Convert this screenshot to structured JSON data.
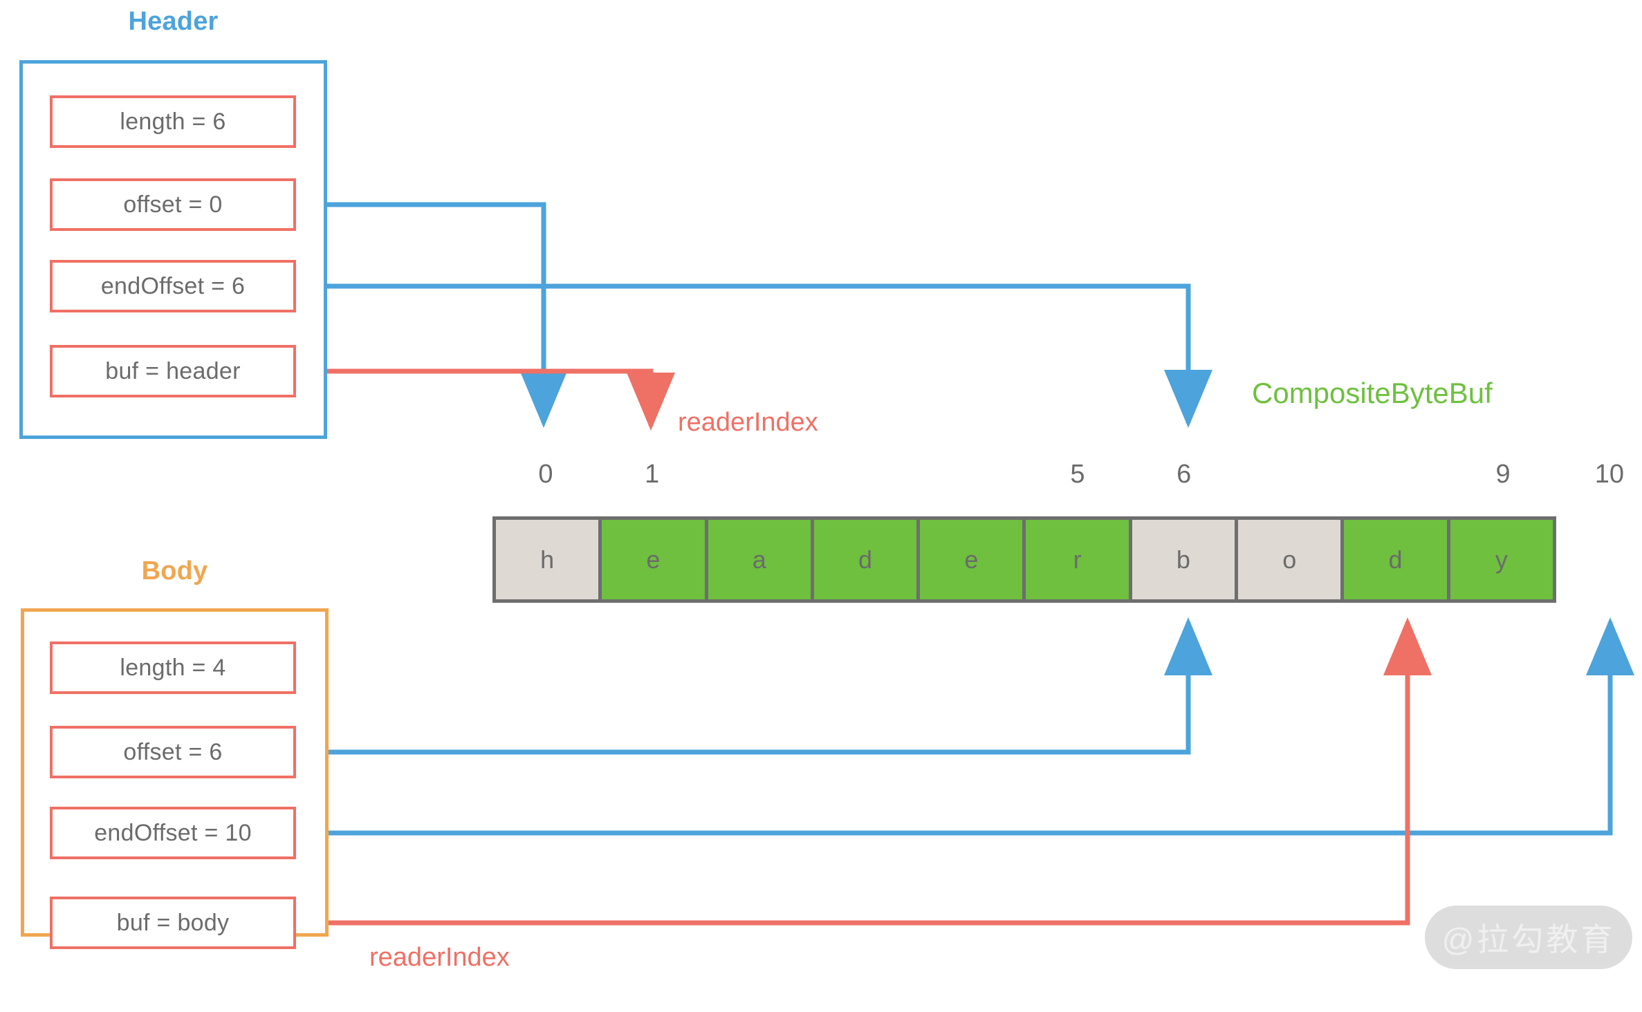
{
  "palette": {
    "blue": "#4da3db",
    "red": "#ef7065",
    "orange": "#f0a650",
    "green": "#6ec03e",
    "grey_cell": "#ded9d3",
    "grey_border": "#6e6e6e",
    "text_grey": "#6b6b6b"
  },
  "header_group": {
    "title": "Header",
    "fields": [
      {
        "label": "length = 6"
      },
      {
        "label": "offset = 0"
      },
      {
        "label": "endOffset = 6"
      },
      {
        "label": "buf = header"
      }
    ]
  },
  "body_group": {
    "title": "Body",
    "fields": [
      {
        "label": "length = 4"
      },
      {
        "label": "offset = 6"
      },
      {
        "label": "endOffset = 10"
      },
      {
        "label": "buf = body"
      }
    ]
  },
  "composite": {
    "title": "CompositeByteBuf",
    "cells": [
      {
        "char": "h",
        "fill": "grey"
      },
      {
        "char": "e",
        "fill": "green"
      },
      {
        "char": "a",
        "fill": "green"
      },
      {
        "char": "d",
        "fill": "green"
      },
      {
        "char": "e",
        "fill": "green"
      },
      {
        "char": "r",
        "fill": "green"
      },
      {
        "char": "b",
        "fill": "grey"
      },
      {
        "char": "o",
        "fill": "grey"
      },
      {
        "char": "d",
        "fill": "green"
      },
      {
        "char": "y",
        "fill": "green"
      }
    ],
    "index_ticks": [
      {
        "value": "0",
        "index": 0
      },
      {
        "value": "1",
        "index": 1
      },
      {
        "value": "5",
        "index": 5
      },
      {
        "value": "6",
        "index": 6
      },
      {
        "value": "9",
        "index": 9
      },
      {
        "value": "10",
        "index": 10
      }
    ]
  },
  "annotations": {
    "reader_index_header": "readerIndex",
    "reader_index_body": "readerIndex"
  },
  "watermark": {
    "text": "@拉勾教育"
  }
}
